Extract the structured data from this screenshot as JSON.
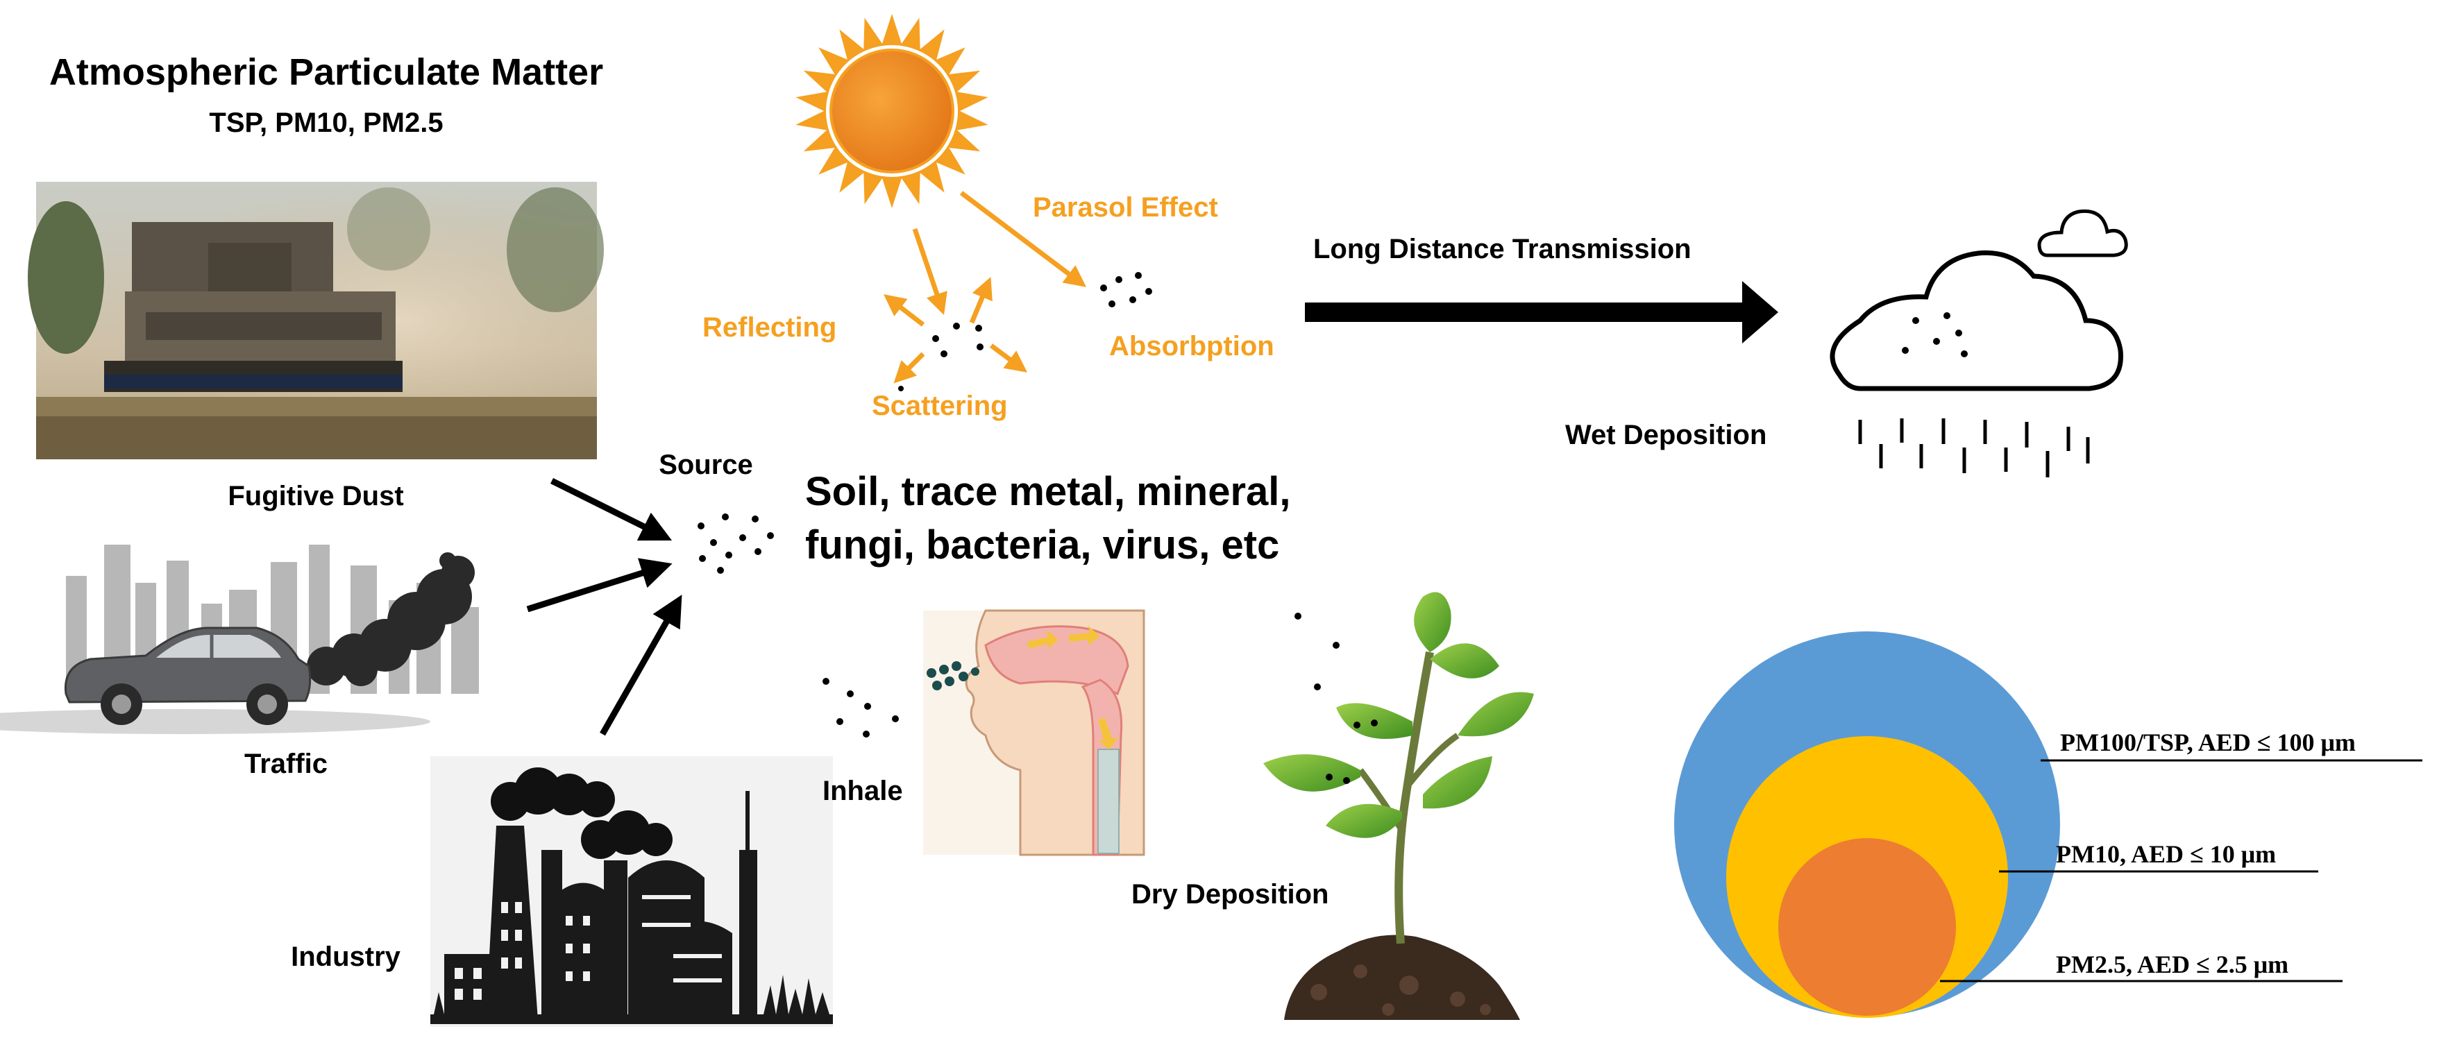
{
  "header": {
    "title": "Atmospheric Particulate Matter",
    "subtitle": "TSP, PM10, PM2.5"
  },
  "sources": {
    "fugitive_dust": "Fugitive Dust",
    "traffic": "Traffic",
    "industry": "Industry",
    "source_label": "Source"
  },
  "composition": {
    "line1": "Soil, trace metal, mineral,",
    "line2": "fungi, bacteria, virus,  etc"
  },
  "radiation": {
    "parasol": "Parasol Effect",
    "reflecting": "Reflecting",
    "absorption": "Absorbption",
    "scattering": "Scattering"
  },
  "transport": {
    "long_distance": "Long Distance Transmission",
    "wet_deposition": "Wet Deposition",
    "dry_deposition": "Dry Deposition",
    "inhale": "Inhale"
  },
  "size_classes": {
    "pm100": "PM100/TSP, AED ≤ 100 μm",
    "pm10": "PM10, AED ≤ 10 μm",
    "pm25": "PM2.5, AED ≤ 2.5 μm"
  },
  "colors": {
    "effect_orange": "#F5A020",
    "sun_core": "#EE8A22",
    "pm100_blue": "#5B9BD5",
    "pm10_yellow": "#FFC000",
    "pm25_orange": "#ED7D31",
    "text_black": "#000000"
  }
}
